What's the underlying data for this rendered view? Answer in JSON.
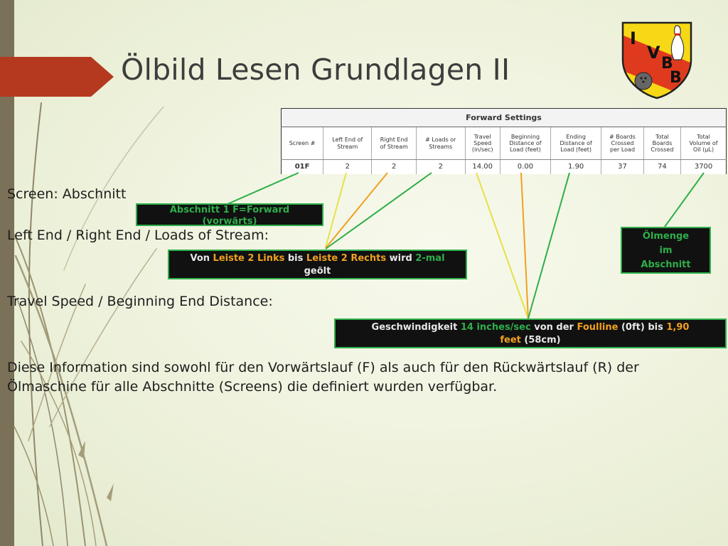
{
  "slide": {
    "title": "Ölbild Lesen Grundlagen II",
    "colors": {
      "accent_arrow": "#b5391f",
      "left_bar": "#7a7158",
      "callout_border": "#2fae4a",
      "highlight_green": "#2fae4a",
      "highlight_orange": "#f0a020"
    }
  },
  "logo": {
    "letter_i": "I",
    "letter_v": "V",
    "letter_b1": "B",
    "letter_b2": "B",
    "icon": "bowling-pin-and-ball-shield"
  },
  "table": {
    "title": "Forward Settings",
    "headers": [
      [
        "Screen #"
      ],
      [
        "Left End of",
        "Stream"
      ],
      [
        "Right End",
        "of Stream"
      ],
      [
        "# Loads or",
        "Streams"
      ],
      [
        "Travel",
        "Speed",
        "(in/sec)"
      ],
      [
        "Beginning",
        "Distance of",
        "Load (feet)"
      ],
      [
        "Ending",
        "Distance of",
        "Load (feet)"
      ],
      [
        "# Boards",
        "Crossed",
        "per Load"
      ],
      [
        "Total",
        "Boards",
        "Crossed"
      ],
      [
        "Total",
        "Volume of",
        "Oil (µL)"
      ]
    ],
    "row": [
      "01F",
      "2",
      "2",
      "2",
      "14.00",
      "0.00",
      "1.90",
      "37",
      "74",
      "3700"
    ]
  },
  "text": {
    "screen": "Screen: Abschnitt",
    "left_end": "Left End / Right End / Loads of Stream:",
    "travel": "Travel Speed / Beginning End Distance:",
    "info": "Diese Information sind sowohl für den Vorwärtslauf (F) als auch für den Rückwärtslauf (R) der Ölmaschine für alle Abschnitte (Screens) die definiert wurden verfügbar."
  },
  "callouts": {
    "abschnitt": {
      "line1": "Abschnitt 1  F=Forward",
      "line2": "(vorwärts)"
    },
    "leiste": {
      "p1": "Von ",
      "p2": "Leiste 2 Links",
      "p3": " bis ",
      "p4": "Leiste 2 Rechts",
      "p5": " wird ",
      "p6": "2-mal",
      "p7": " geölt"
    },
    "geschw": {
      "p1": "Geschwindigkeit ",
      "p2": "14 inches/sec",
      "p3": " von der ",
      "p4": "Foulline",
      "p5": "  (0ft) bis ",
      "p6": "1,90",
      "p7": " feet",
      "p8": " (58cm)"
    },
    "oel": {
      "line1": "Ölmenge",
      "line2": "im",
      "line3": "Abschnitt"
    }
  }
}
